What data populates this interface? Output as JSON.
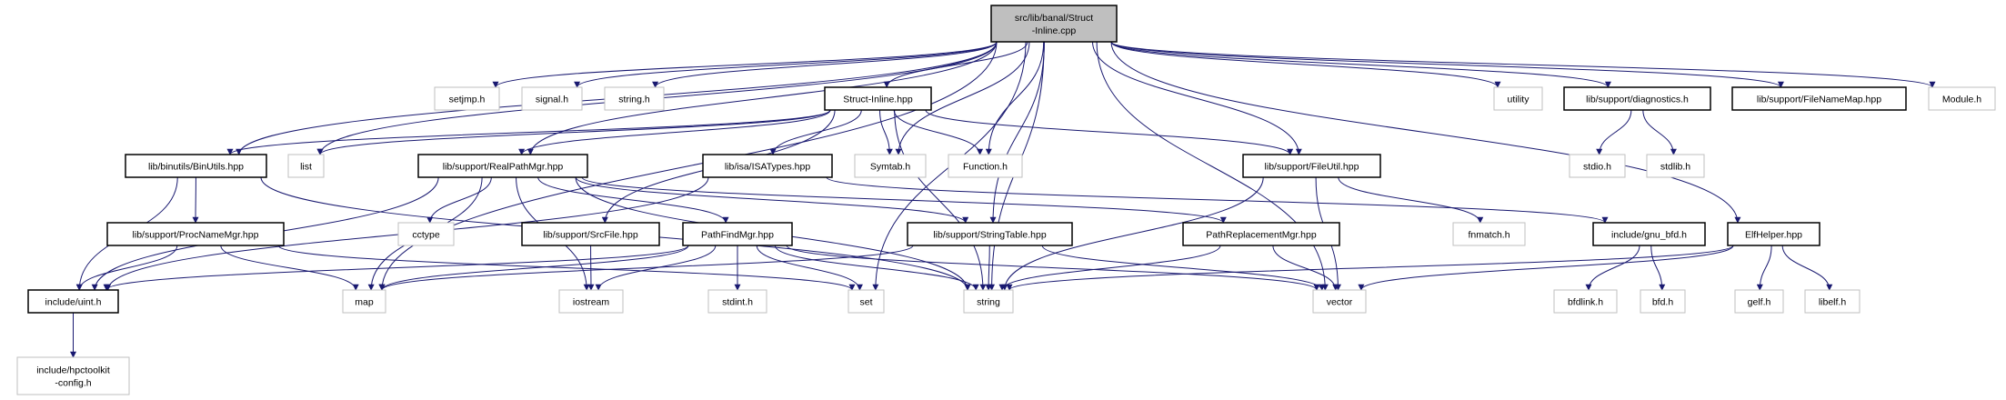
{
  "graph": {
    "edge_color": "#191970",
    "root_fill": "#bfbfbf",
    "documented_border": "#000000",
    "undocumented_border": "#bfbfbf",
    "nodes": [
      {
        "id": "root",
        "lines": [
          "src/lib/banal/Struct",
          "-Inline.cpp"
        ],
        "kind": "root"
      },
      {
        "id": "setjmp",
        "lines": [
          "setjmp.h"
        ],
        "kind": "external"
      },
      {
        "id": "signal",
        "lines": [
          "signal.h"
        ],
        "kind": "external"
      },
      {
        "id": "stringh",
        "lines": [
          "string.h"
        ],
        "kind": "external"
      },
      {
        "id": "structinline",
        "lines": [
          "Struct-Inline.hpp"
        ],
        "kind": "documented"
      },
      {
        "id": "utility",
        "lines": [
          "utility"
        ],
        "kind": "external"
      },
      {
        "id": "diagnostics",
        "lines": [
          "lib/support/diagnostics.h"
        ],
        "kind": "documented"
      },
      {
        "id": "filenamemap",
        "lines": [
          "lib/support/FileNameMap.hpp"
        ],
        "kind": "documented"
      },
      {
        "id": "module",
        "lines": [
          "Module.h"
        ],
        "kind": "external"
      },
      {
        "id": "binutils",
        "lines": [
          "lib/binutils/BinUtils.hpp"
        ],
        "kind": "documented"
      },
      {
        "id": "list",
        "lines": [
          "list"
        ],
        "kind": "external"
      },
      {
        "id": "realpathmgr",
        "lines": [
          "lib/support/RealPathMgr.hpp"
        ],
        "kind": "documented"
      },
      {
        "id": "isatypes",
        "lines": [
          "lib/isa/ISATypes.hpp"
        ],
        "kind": "documented"
      },
      {
        "id": "symtab",
        "lines": [
          "Symtab.h"
        ],
        "kind": "external"
      },
      {
        "id": "function",
        "lines": [
          "Function.h"
        ],
        "kind": "external"
      },
      {
        "id": "fileutil",
        "lines": [
          "lib/support/FileUtil.hpp"
        ],
        "kind": "documented"
      },
      {
        "id": "stdio",
        "lines": [
          "stdio.h"
        ],
        "kind": "external"
      },
      {
        "id": "stdlib",
        "lines": [
          "stdlib.h"
        ],
        "kind": "external"
      },
      {
        "id": "procnamemgr",
        "lines": [
          "lib/support/ProcNameMgr.hpp"
        ],
        "kind": "documented"
      },
      {
        "id": "cctype",
        "lines": [
          "cctype"
        ],
        "kind": "external"
      },
      {
        "id": "srcfile",
        "lines": [
          "lib/support/SrcFile.hpp"
        ],
        "kind": "documented"
      },
      {
        "id": "pathfindmgr",
        "lines": [
          "PathFindMgr.hpp"
        ],
        "kind": "documented"
      },
      {
        "id": "stringtable",
        "lines": [
          "lib/support/StringTable.hpp"
        ],
        "kind": "documented"
      },
      {
        "id": "pathreplacementmgr",
        "lines": [
          "PathReplacementMgr.hpp"
        ],
        "kind": "documented"
      },
      {
        "id": "fnmatch",
        "lines": [
          "fnmatch.h"
        ],
        "kind": "external"
      },
      {
        "id": "gnubfd",
        "lines": [
          "include/gnu_bfd.h"
        ],
        "kind": "documented"
      },
      {
        "id": "elfhelper",
        "lines": [
          "ElfHelper.hpp"
        ],
        "kind": "documented"
      },
      {
        "id": "uint",
        "lines": [
          "include/uint.h"
        ],
        "kind": "documented"
      },
      {
        "id": "map",
        "lines": [
          "map"
        ],
        "kind": "external"
      },
      {
        "id": "iostream",
        "lines": [
          "iostream"
        ],
        "kind": "external"
      },
      {
        "id": "stdint",
        "lines": [
          "stdint.h"
        ],
        "kind": "external"
      },
      {
        "id": "set",
        "lines": [
          "set"
        ],
        "kind": "external"
      },
      {
        "id": "string",
        "lines": [
          "string"
        ],
        "kind": "external"
      },
      {
        "id": "vector",
        "lines": [
          "vector"
        ],
        "kind": "external"
      },
      {
        "id": "bfdlink",
        "lines": [
          "bfdlink.h"
        ],
        "kind": "external"
      },
      {
        "id": "bfd",
        "lines": [
          "bfd.h"
        ],
        "kind": "external"
      },
      {
        "id": "gelf",
        "lines": [
          "gelf.h"
        ],
        "kind": "external"
      },
      {
        "id": "libelf",
        "lines": [
          "libelf.h"
        ],
        "kind": "external"
      },
      {
        "id": "hpcconfig",
        "lines": [
          "include/hpctoolkit",
          "-config.h"
        ],
        "kind": "external"
      }
    ],
    "edges": [
      [
        "root",
        "setjmp"
      ],
      [
        "root",
        "signal"
      ],
      [
        "root",
        "stringh"
      ],
      [
        "root",
        "structinline"
      ],
      [
        "root",
        "list"
      ],
      [
        "root",
        "binutils"
      ],
      [
        "root",
        "realpathmgr"
      ],
      [
        "root",
        "map"
      ],
      [
        "root",
        "symtab"
      ],
      [
        "root",
        "function"
      ],
      [
        "root",
        "stringtable"
      ],
      [
        "root",
        "set"
      ],
      [
        "root",
        "string"
      ],
      [
        "root",
        "vector"
      ],
      [
        "root",
        "fileutil"
      ],
      [
        "root",
        "utility"
      ],
      [
        "root",
        "diagnostics"
      ],
      [
        "root",
        "filenamemap"
      ],
      [
        "root",
        "module"
      ],
      [
        "root",
        "elfhelper"
      ],
      [
        "structinline",
        "binutils"
      ],
      [
        "structinline",
        "list"
      ],
      [
        "structinline",
        "realpathmgr"
      ],
      [
        "structinline",
        "isatypes"
      ],
      [
        "structinline",
        "symtab"
      ],
      [
        "structinline",
        "function"
      ],
      [
        "structinline",
        "srcfile"
      ],
      [
        "structinline",
        "string"
      ],
      [
        "structinline",
        "fileutil"
      ],
      [
        "binutils",
        "uint"
      ],
      [
        "binutils",
        "procnamemgr"
      ],
      [
        "binutils",
        "string"
      ],
      [
        "realpathmgr",
        "uint"
      ],
      [
        "realpathmgr",
        "map"
      ],
      [
        "realpathmgr",
        "cctype"
      ],
      [
        "realpathmgr",
        "iostream"
      ],
      [
        "realpathmgr",
        "pathfindmgr"
      ],
      [
        "realpathmgr",
        "stringtable"
      ],
      [
        "realpathmgr",
        "pathreplacementmgr"
      ],
      [
        "realpathmgr",
        "string"
      ],
      [
        "isatypes",
        "uint"
      ],
      [
        "isatypes",
        "gnubfd"
      ],
      [
        "procnamemgr",
        "uint"
      ],
      [
        "procnamemgr",
        "map"
      ],
      [
        "procnamemgr",
        "set"
      ],
      [
        "srcfile",
        "iostream"
      ],
      [
        "pathfindmgr",
        "uint"
      ],
      [
        "pathfindmgr",
        "map"
      ],
      [
        "pathfindmgr",
        "iostream"
      ],
      [
        "pathfindmgr",
        "stdint"
      ],
      [
        "pathfindmgr",
        "set"
      ],
      [
        "pathfindmgr",
        "string"
      ],
      [
        "pathfindmgr",
        "vector"
      ],
      [
        "stringtable",
        "map"
      ],
      [
        "stringtable",
        "string"
      ],
      [
        "stringtable",
        "vector"
      ],
      [
        "pathreplacementmgr",
        "string"
      ],
      [
        "pathreplacementmgr",
        "vector"
      ],
      [
        "fileutil",
        "fnmatch"
      ],
      [
        "fileutil",
        "string"
      ],
      [
        "fileutil",
        "vector"
      ],
      [
        "diagnostics",
        "stdio"
      ],
      [
        "diagnostics",
        "stdlib"
      ],
      [
        "gnubfd",
        "bfdlink"
      ],
      [
        "gnubfd",
        "bfd"
      ],
      [
        "elfhelper",
        "string"
      ],
      [
        "elfhelper",
        "vector"
      ],
      [
        "elfhelper",
        "gelf"
      ],
      [
        "elfhelper",
        "libelf"
      ],
      [
        "uint",
        "hpcconfig"
      ]
    ]
  }
}
